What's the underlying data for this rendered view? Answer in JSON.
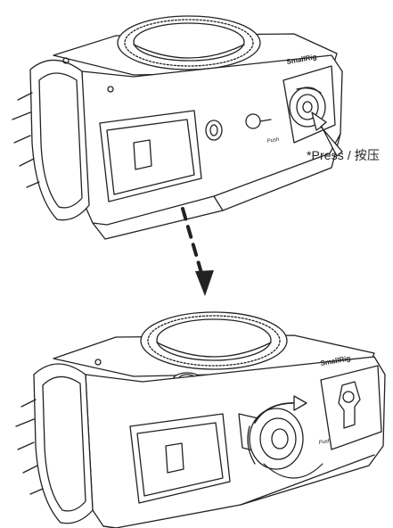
{
  "figure": {
    "callout_text": "*Press / 按压",
    "brand_label": "SmallRig",
    "push_label": "Push",
    "colors": {
      "line": "#222222",
      "background": "#ffffff"
    },
    "icons": [
      "press-arrow-icon",
      "dashed-down-arrow-icon",
      "release-arc-arrow-icon"
    ]
  }
}
